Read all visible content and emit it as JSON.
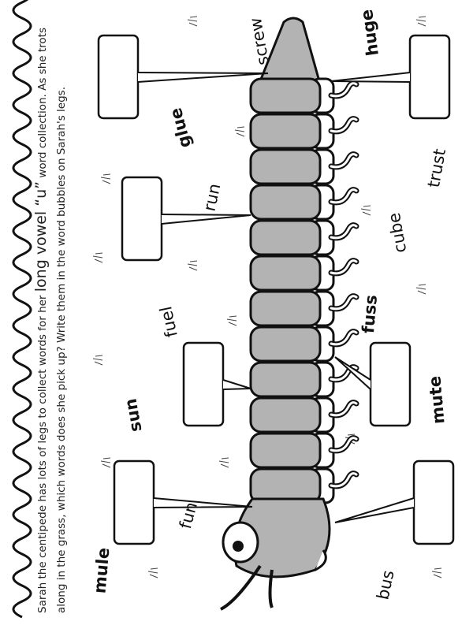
{
  "instructions": {
    "part1": "Sarah the centipede has lots of legs to collect words for her",
    "emphasis": "long vowel “u”",
    "part2": "word collection.  As she trots along in the grass, which words does she pick up?  Write them in the word bubbles on Sarah's legs."
  },
  "words": [
    "mule",
    "sun",
    "fun",
    "fuel",
    "run",
    "glue",
    "screw",
    "huge",
    "trust",
    "cube",
    "fuss",
    "mute",
    "bus"
  ],
  "answer_boxes": [
    "",
    "",
    "",
    "",
    "",
    "",
    ""
  ],
  "colors": {
    "body": "#b3b3b3",
    "outline": "#111111"
  }
}
